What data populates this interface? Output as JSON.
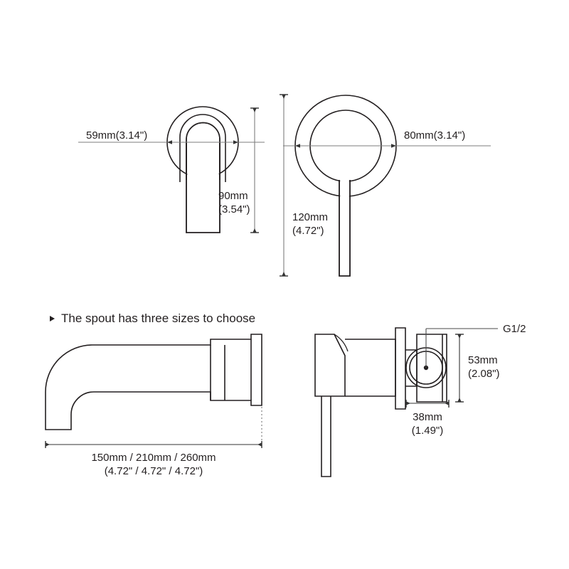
{
  "sheet": {
    "background_color": "#ffffff",
    "line_color": "#231f20",
    "dim_color": "#7d7d7d"
  },
  "figures": {
    "handle_front": {
      "name": "handle-front-view",
      "width_label": "59mm(3.14\")",
      "height_label_line1": "90mm",
      "height_label_line2": "(3.54\")"
    },
    "handle_side": {
      "name": "handle-side-view",
      "width_label": "80mm(3.14\")",
      "height_label_line1": "120mm",
      "height_label_line2": "(4.72\")"
    },
    "spout": {
      "name": "spout-view",
      "heading": "The spout has three sizes to choose",
      "bullet_icon": "triangle-right-icon",
      "length_label_line1": "150mm / 210mm / 260mm",
      "length_label_line2": "(4.72\" / 4.72\" / 4.72\")"
    },
    "valve": {
      "name": "valve-body-view",
      "thread_label": "G1/2",
      "height_label_line1": "53mm",
      "height_label_line2": "(2.08\")",
      "depth_label_line1": "38mm",
      "depth_label_line2": "(1.49\")"
    }
  }
}
